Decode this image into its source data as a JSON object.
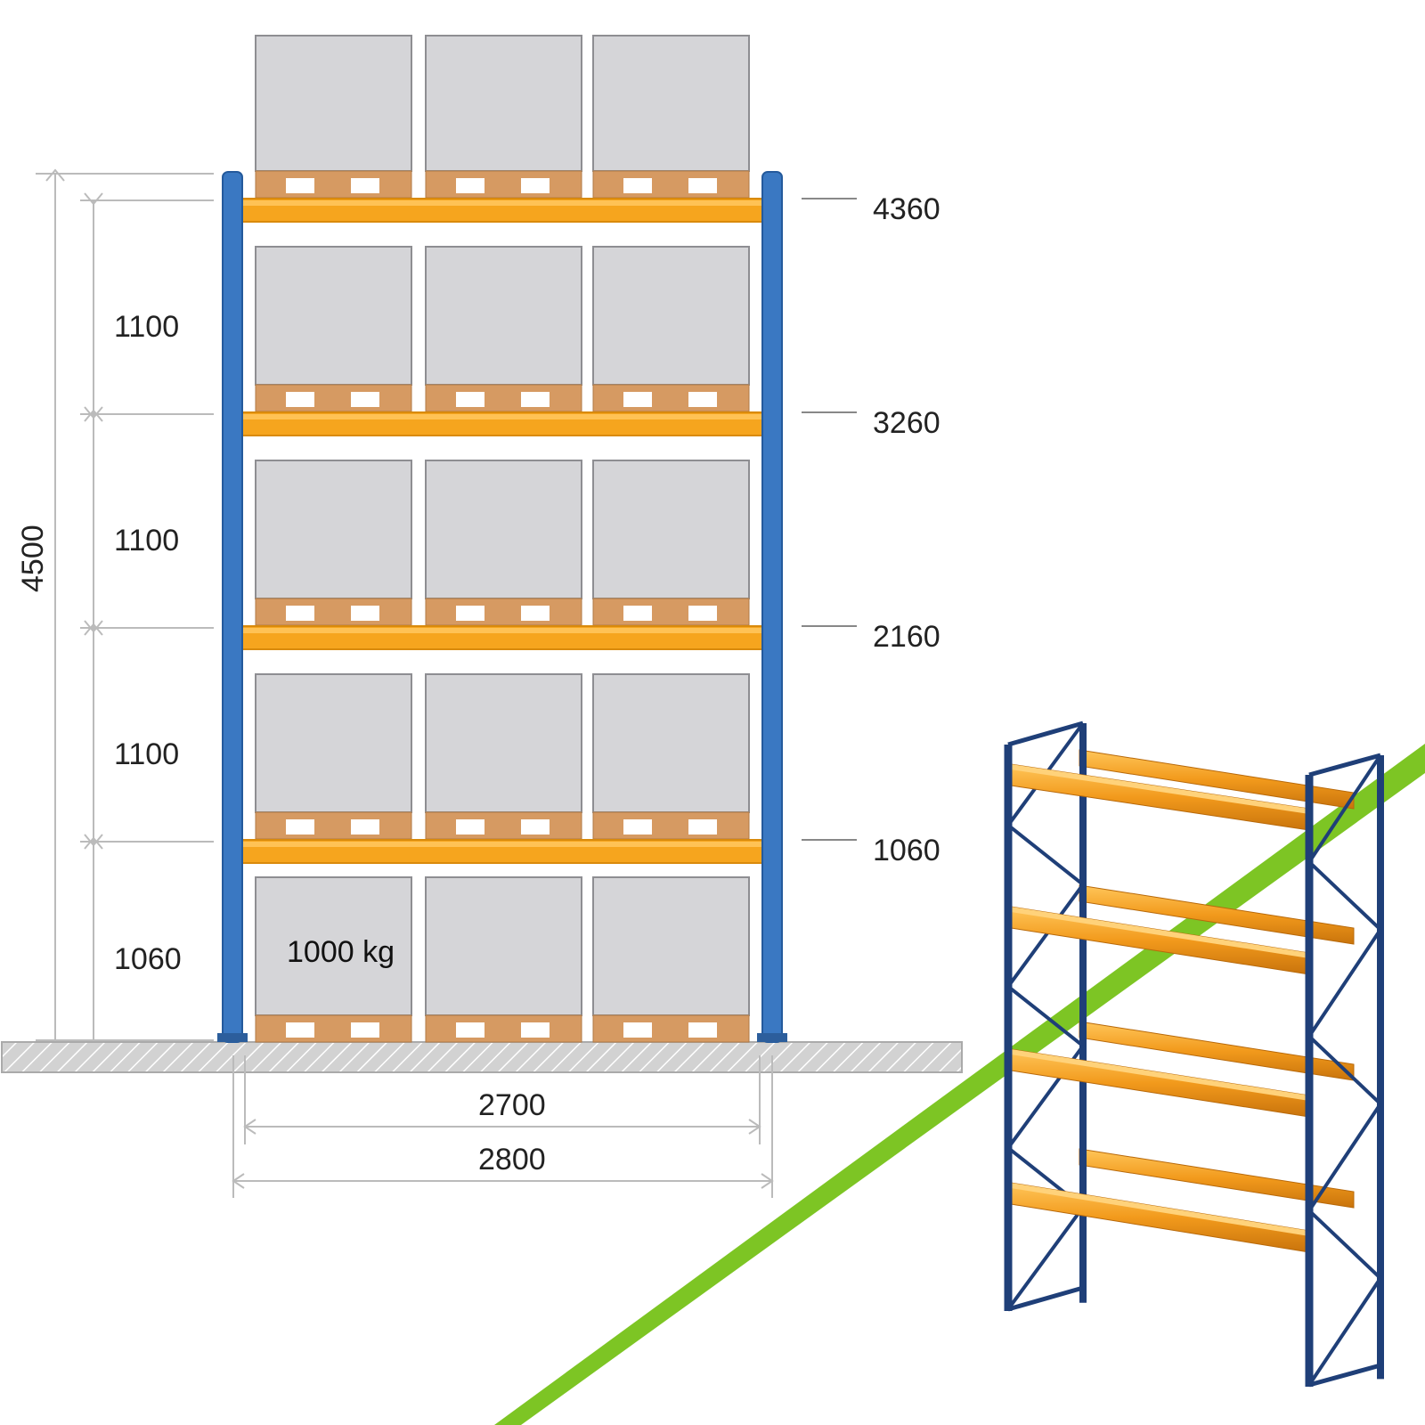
{
  "colors": {
    "upright": "#3a78c2",
    "beam": "#f6a51e",
    "box": "#d5d5d8",
    "pallet": "#d69a62",
    "floor": "#cfcfcf",
    "stripe": "#7dc524",
    "frame3d": "#1f3f78"
  },
  "drawing": {
    "level_heights": [
      "4360",
      "3260",
      "2160",
      "1060"
    ],
    "gap_heights": [
      "1100",
      "1100",
      "1100",
      "1060"
    ],
    "total_height": "4500",
    "inner_width": "2700",
    "outer_width": "2800",
    "load_label": "1000 kg"
  }
}
